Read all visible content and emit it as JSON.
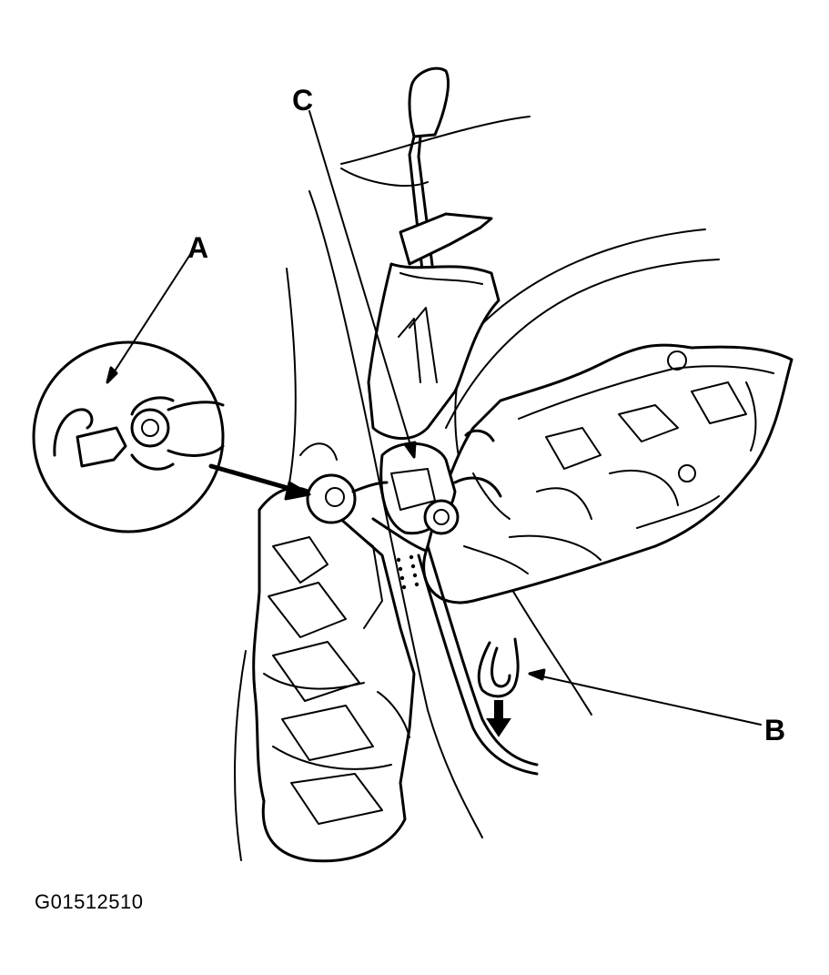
{
  "callouts": {
    "a": "A",
    "b": "B",
    "c": "C"
  },
  "figure_code": "G01512510",
  "colors": {
    "line": "#000000",
    "background": "#ffffff"
  }
}
